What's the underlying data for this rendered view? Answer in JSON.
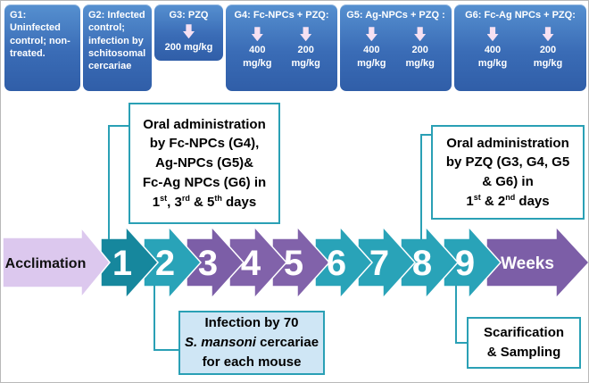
{
  "groups": [
    {
      "title": "G1: Uninfected control; non-treated."
    },
    {
      "title": "G2: Infected control; infection by schitosomal cercariae"
    },
    {
      "title": "G3: PZQ",
      "doses": [
        "200 mg/kg"
      ]
    },
    {
      "title": "G4: Fc-NPCs + PZQ:",
      "doses": [
        "400 mg/kg",
        "200 mg/kg"
      ]
    },
    {
      "title": "G5: Ag-NPCs + PZQ :",
      "doses": [
        "400 mg/kg",
        "200 mg/kg"
      ]
    },
    {
      "title": "G6: Fc-Ag NPCs + PZQ:",
      "doses": [
        "400 mg/kg",
        "200 mg/kg"
      ]
    }
  ],
  "annotations": {
    "oral_npcs": [
      [
        {
          "t": "Oral administration"
        }
      ],
      [
        {
          "t": "by Fc-NPCs (G4),"
        }
      ],
      [
        {
          "t": "Ag-NPCs (G5)&"
        }
      ],
      [
        {
          "t": "Fc-Ag NPCs (G6) in"
        }
      ],
      [
        {
          "t": "1"
        },
        {
          "t": "st",
          "sup": true
        },
        {
          "t": ", 3"
        },
        {
          "t": "rd",
          "sup": true
        },
        {
          "t": " & 5"
        },
        {
          "t": "th",
          "sup": true
        },
        {
          "t": " days"
        }
      ]
    ],
    "oral_pzq": [
      [
        {
          "t": "Oral administration"
        }
      ],
      [
        {
          "t": "by PZQ (G3, G4, G5"
        }
      ],
      [
        {
          "t": "& G6) in"
        }
      ],
      [
        {
          "t": "1"
        },
        {
          "t": "st",
          "sup": true
        },
        {
          "t": " & 2"
        },
        {
          "t": "nd",
          "sup": true
        },
        {
          "t": " days"
        }
      ]
    ],
    "infection": [
      [
        {
          "t": "Infection by 70"
        }
      ],
      [
        {
          "t": "S. mansoni",
          "i": true
        },
        {
          "t": " cercariae"
        }
      ],
      [
        {
          "t": "for each mouse"
        }
      ]
    ],
    "scarification": [
      [
        {
          "t": "Scarification"
        }
      ],
      [
        {
          "t": "& Sampling"
        }
      ]
    ]
  },
  "timeline": {
    "acclimation_label": "Acclimation",
    "weeks": [
      "1",
      "2",
      "3",
      "4",
      "5",
      "6",
      "7",
      "8",
      "9"
    ],
    "weeks_label": "Weeks",
    "week_colors": [
      "#16879d",
      "#29a3b8",
      "#7c5ea7",
      "#8162aa",
      "#8162aa",
      "#29a3b8",
      "#29a3b8",
      "#29a3b8",
      "#29a3b8"
    ],
    "acclimation_color": "#dcc8ee",
    "weeks_arrow_color": "#7c5ea7"
  },
  "colors": {
    "teal": "#2aa0b5",
    "purple": "#7c5ea7",
    "group_box_top": "#5690d0",
    "group_box_bottom": "#305ea8",
    "infection_box_bg": "#cfe6f5",
    "dose_arrow_icon": "#f6e0f2"
  }
}
